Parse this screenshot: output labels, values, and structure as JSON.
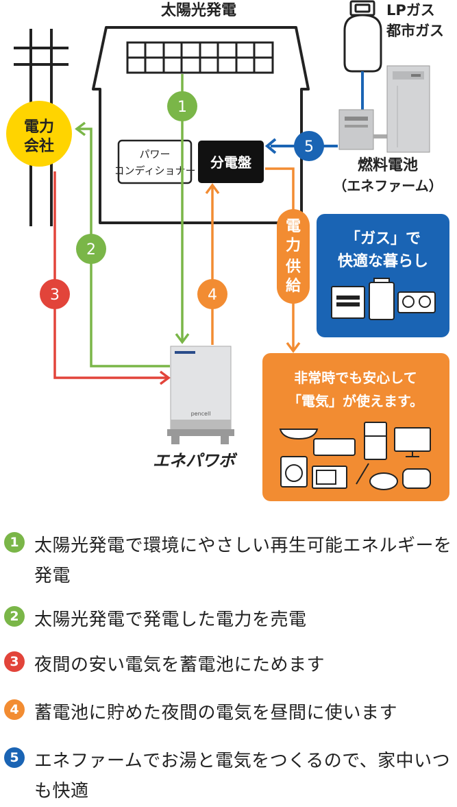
{
  "title": "太陽光発電",
  "gas_label_1": "LPガス",
  "gas_label_2": "都市ガス",
  "power_company": [
    "電力",
    "会社"
  ],
  "power_conditioner": [
    "パワー",
    "コンディショナー"
  ],
  "distribution_board": "分電盤",
  "fuel_cell": [
    "燃料電池",
    "（エネファーム）"
  ],
  "power_supply": [
    "電",
    "力",
    "供",
    "給"
  ],
  "gas_box": [
    "「ガス」で",
    "快適な暮らし"
  ],
  "emergency_box": [
    "非常時でも安心して",
    "「電気」が使えます。"
  ],
  "battery_brand": "エネパワボ",
  "battery_small_label": "pencell",
  "step_numbers": [
    "1",
    "2",
    "3",
    "4",
    "5"
  ],
  "colors": {
    "green": "#7ab648",
    "red": "#e2443a",
    "orange": "#f28c32",
    "blue": "#1a64b4",
    "yellow": "#ffd400",
    "dark": "#222222"
  },
  "legend": [
    {
      "num": "1",
      "color": "#7ab648",
      "text": "太陽光発電で環境にやさしい再生可能エネルギーを発電"
    },
    {
      "num": "2",
      "color": "#7ab648",
      "text": "太陽光発電で発電した電力を売電"
    },
    {
      "num": "3",
      "color": "#e2443a",
      "text": "夜間の安い電気を蓄電池にためます"
    },
    {
      "num": "4",
      "color": "#f28c32",
      "text": "蓄電池に貯めた夜間の電気を昼間に使います"
    },
    {
      "num": "5",
      "color": "#1a64b4",
      "text": "エネファームでお湯と電気をつくるので、家中いつも快適"
    }
  ]
}
